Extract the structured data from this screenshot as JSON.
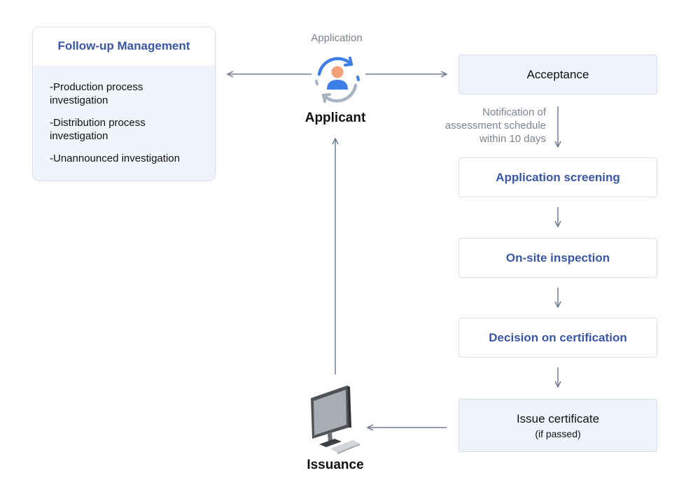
{
  "followup": {
    "title": "Follow-up Management",
    "items": [
      "-Production process\n  investigation",
      "-Distribution process\n  investigation",
      "-Unannounced investigation"
    ]
  },
  "applicant": {
    "top_label": "Application",
    "name": "Applicant"
  },
  "notification": {
    "line1": "Notification of",
    "line2": "assessment schedule",
    "line3": "within 10 days"
  },
  "steps": {
    "acceptance": "Acceptance",
    "screening": "Application screening",
    "inspection": "On-site inspection",
    "decision": "Decision on certification",
    "issue_title": "Issue certificate",
    "issue_sub": "(if passed)"
  },
  "issuance": {
    "label": "Issuance"
  },
  "colors": {
    "accent": "#3a56a8",
    "arrow": "#6e7c90",
    "box_fill": "#eef3fc",
    "icon_blue": "#3d7ee8",
    "icon_orange": "#f4a27a"
  }
}
